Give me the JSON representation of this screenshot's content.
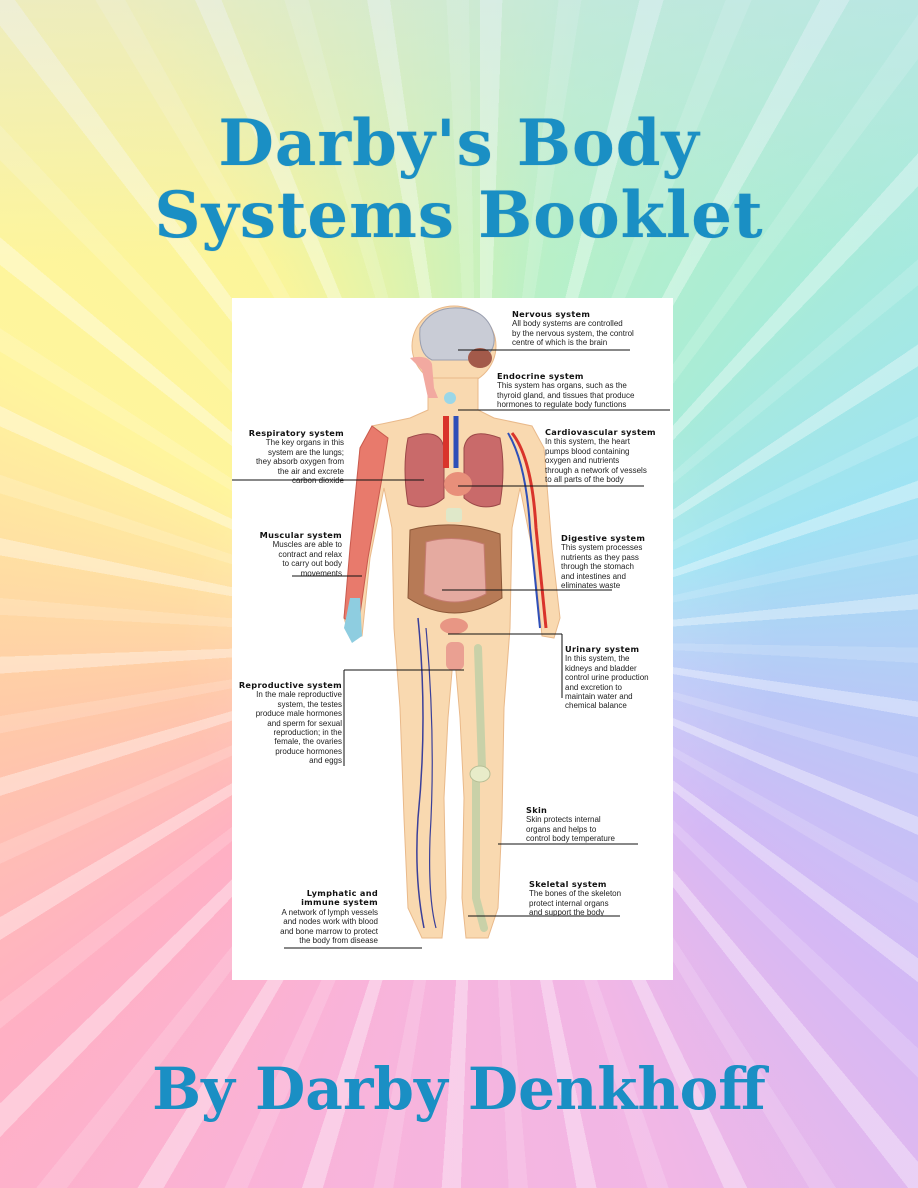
{
  "cover": {
    "title_line1": "Darby's Body",
    "title_line2": "Systems Booklet",
    "author": "By Darby Denkhoff",
    "title_color": "#1a8fc4",
    "background": "pastel tie-dye"
  },
  "diagram": {
    "labels": {
      "nervous": {
        "heading": "Nervous system",
        "text": "All body systems are controlled\nby the nervous system, the control\ncentre of which is the brain"
      },
      "endocrine": {
        "heading": "Endocrine system",
        "text": "This system has organs, such as the\nthyroid gland, and tissues that produce\nhormones to regulate body functions"
      },
      "respiratory": {
        "heading": "Respiratory system",
        "text": "The key organs in this\nsystem are the lungs;\nthey absorb oxygen from\nthe air and excrete\ncarbon dioxide"
      },
      "cardiovascular": {
        "heading": "Cardiovascular system",
        "text": "In this system, the heart\npumps blood containing\noxygen and nutrients\nthrough a network of vessels\nto all parts of the body"
      },
      "muscular": {
        "heading": "Muscular system",
        "text": "Muscles are able to\ncontract and relax\nto carry out body\nmovements"
      },
      "digestive": {
        "heading": "Digestive system",
        "text": "This system processes\nnutrients as they pass\nthrough the stomach\nand intestines and\neliminates waste"
      },
      "urinary": {
        "heading": "Urinary system",
        "text": "In this system, the\nkidneys and bladder\ncontrol urine production\nand excretion to\nmaintain water and\nchemical balance"
      },
      "reproductive": {
        "heading": "Reproductive system",
        "text": "In the male reproductive\nsystem, the testes\nproduce male hormones\nand sperm for sexual\nreproduction; in the\nfemale, the ovaries\nproduce hormones\nand eggs"
      },
      "skin": {
        "heading": "Skin",
        "text": "Skin protects internal\norgans and helps to\ncontrol body temperature"
      },
      "skeletal": {
        "heading": "Skeletal system",
        "text": "The bones of the skeleton\nprotect internal organs\nand support the body"
      },
      "lymphatic": {
        "heading": "Lymphatic and\nimmune system",
        "text": "A network of lymph vessels\nand nodes work with blood\nand bone marrow to protect\nthe body from disease"
      }
    },
    "colors": {
      "skin": "#f9d9b0",
      "bone": "#e8ecc9",
      "muscle": "#e87a6c",
      "artery": "#d9342b",
      "vein": "#2f4fb8",
      "lung": "#c96a6a",
      "intestine": "#b77a56",
      "brain": "#c9ccd6"
    }
  }
}
